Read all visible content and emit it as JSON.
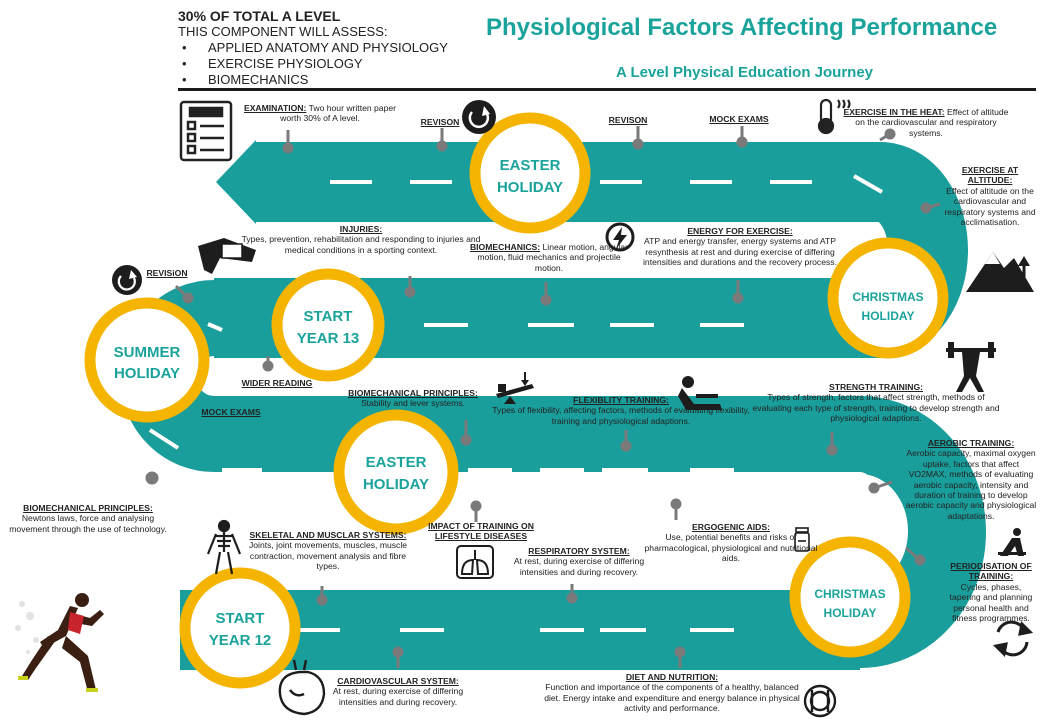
{
  "header": {
    "weight": "30% OF TOTAL A LEVEL",
    "assess": "THIS COMPONENT WILL ASSESS:",
    "items": [
      "APPLIED ANATOMY AND PHYSIOLOGY",
      "EXERCISE PHYSIOLOGY",
      "BIOMECHANICS"
    ]
  },
  "title": "Physiological Factors Affecting Performance",
  "subtitle": "A Level Physical Education Journey",
  "colors": {
    "road": "#1a9e9c",
    "ring": "#f4b400",
    "accent": "#1aa39b",
    "marker": "#7a7a7a"
  },
  "icons": [
    "exam-sheet-icon",
    "refresh-icon",
    "thermometer-icon",
    "mountain-icon",
    "injured-leg-icon",
    "energy-icon",
    "weightlifter-icon",
    "stretch-icon",
    "balance-icon",
    "skeleton-icon",
    "lungs-icon",
    "pill-bottle-icon",
    "aerobic-icon",
    "cycle-arrows-icon",
    "heart-icon",
    "plate-icon",
    "sprinter-icon"
  ],
  "milestones": {
    "start12": {
      "line1": "START",
      "line2": "YEAR 12"
    },
    "christmas1": {
      "line1": "CHRISTMAS",
      "line2": "HOLIDAY"
    },
    "easter1": {
      "line1": "EASTER",
      "line2": "HOLIDAY"
    },
    "summer": {
      "line1": "SUMMER",
      "line2": "HOLIDAY"
    },
    "start13": {
      "line1": "START",
      "line2": "YEAR 13"
    },
    "christmas2": {
      "line1": "CHRISTMAS",
      "line2": "HOLIDAY"
    },
    "easter2": {
      "line1": "EASTER",
      "line2": "HOLIDAY"
    }
  },
  "labels": {
    "examination": {
      "head": "EXAMINATION:",
      "text": "Two hour written paper worth 30% of A level."
    },
    "revison1": {
      "head": "REVISON"
    },
    "revison2": {
      "head": "REVISON"
    },
    "mock1": {
      "head": "MOCK EXAMS"
    },
    "heat": {
      "head": "EXERCISE IN THE HEAT:",
      "text": "Effect of altitude on the cardiovascular and respiratory systems."
    },
    "altitude": {
      "head": "EXERCISE AT ALTITUDE:",
      "text": "Effect of altitude on the cardiovascular and respiratory systems and acclimatisation."
    },
    "injuries": {
      "head": "INJURIES:",
      "text": "Types, prevention, rehabilitation and responding to injuries and medical conditions in a sporting context."
    },
    "biomech1": {
      "head": "BIOMECHANICS:",
      "text": "Linear motion, angular motion, fluid mechanics and projectile motion."
    },
    "energy": {
      "head": "ENERGY FOR EXERCISE:",
      "text": "ATP and energy transfer, energy systems and ATP resynthesis at rest and during exercise of differing intensities and durations and the recovery process."
    },
    "revision3": {
      "head": "REVISiON"
    },
    "wider": {
      "head": "WIDER READING"
    },
    "mock2": {
      "head": "MOCK EXAMS"
    },
    "biomechPrinc1": {
      "head": "BIOMECHANICAL  PRINCIPLES:",
      "text": "Stability and lever systems."
    },
    "flexibility": {
      "head": "FLEXIBLITY TRAINING:",
      "text": "Types of flexibility, affecting factors, methods of evaluating flexibility, training and physiological adaptions."
    },
    "strength": {
      "head": "STRENGTH TRAINING:",
      "text": "Types of strength, factors that affect strength, methods of evaluating each type of strength, training to develop strength and physiological adaptions."
    },
    "aerobic": {
      "head": "AEROBIC  TRAINING:",
      "text": "Aerobic capacity, maximal oxygen uptake, factors that affect VO2MAX, methods of evaluating aerobic capacity, intensity and duration of training to develop aerobic capacity and physiological adaptations."
    },
    "biomechPrinc2": {
      "head": "BIOMECHANICAL  PRINCIPLES:",
      "text": "Newtons laws, force and analysing movement through the use of technology."
    },
    "skeletal": {
      "head": "SKELETAL AND MUSCLAR SYSTEMS:",
      "text": "Joints, joint movements, muscles, muscle contraction, movement analysis and fibre types."
    },
    "impact": {
      "head": "IMPACT OF TRAINING ON LIFESTYLE DISEASES"
    },
    "respiratory": {
      "head": "RESPIRATORY  SYSTEM:",
      "text": "At rest, during exercise of differing intensities and during recovery."
    },
    "ergogenic": {
      "head": "ERGOGENIC AIDS:",
      "text": "Use, potential benefits and risks of pharmacological, physiological and nutritional aids."
    },
    "periodisation": {
      "head": "PERIODISATION OF TRAINING:",
      "text": "Cycles, phases, tapering and planning personal health and fitness programmes."
    },
    "cardio": {
      "head": "CARDIOVASCULAR  SYSTEM:",
      "text": "At rest, during exercise of differing intensities and during recovery."
    },
    "diet": {
      "head": "DIET AND NUTRITION:",
      "text": "Function and importance of the components of a healthy, balanced diet. Energy intake and expenditure and energy balance in physical activity and performance."
    }
  }
}
